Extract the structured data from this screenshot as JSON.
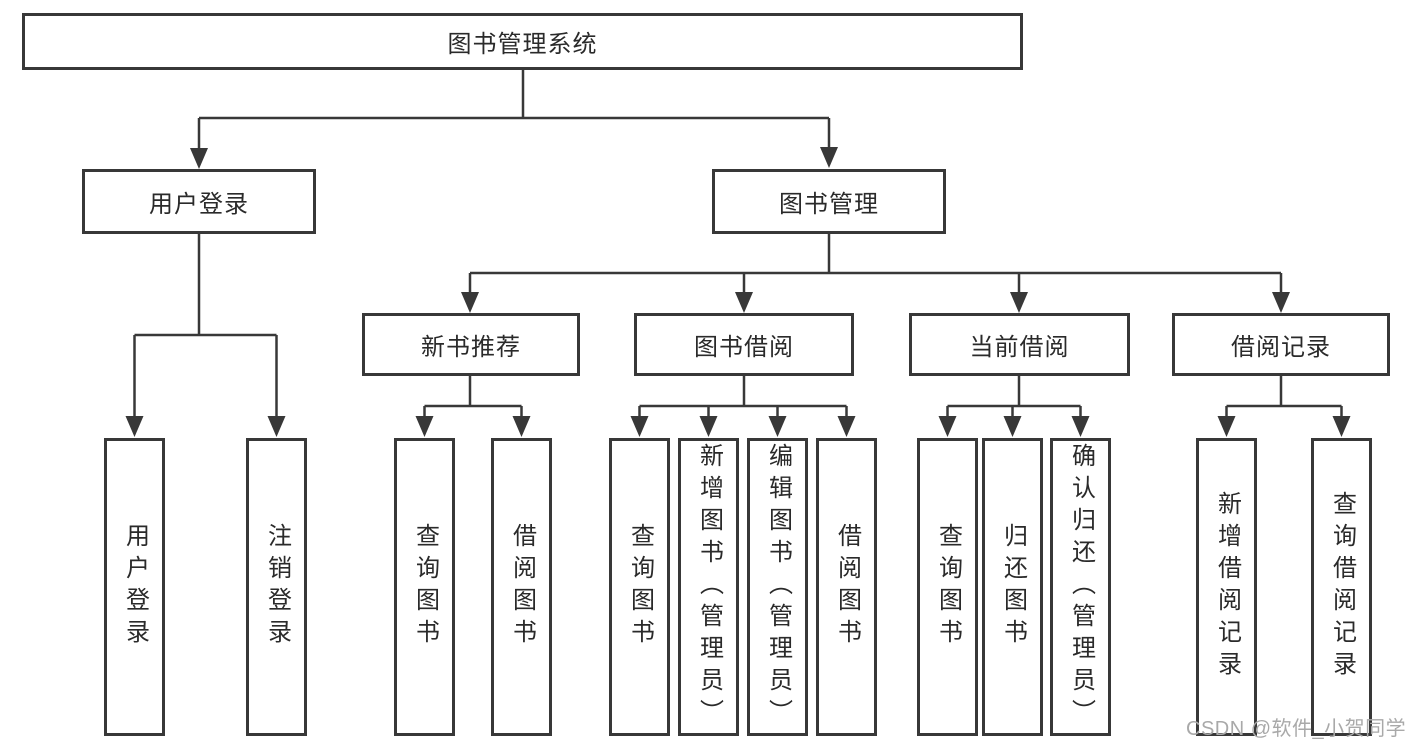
{
  "diagram": {
    "type": "hierarchy-tree",
    "colors": {
      "line": "#383838",
      "box_border": "#383838",
      "box_fill": "#ffffff",
      "text": "#2a2a2a",
      "watermark_text": "#a9a9a9"
    },
    "nodes": {
      "root": {
        "label": "图书管理系统"
      },
      "level2": [
        {
          "label": "用户登录",
          "parent": "图书管理系统"
        },
        {
          "label": "图书管理",
          "parent": "图书管理系统"
        }
      ],
      "level3": [
        {
          "label": "新书推荐",
          "parent": "图书管理"
        },
        {
          "label": "图书借阅",
          "parent": "图书管理"
        },
        {
          "label": "当前借阅",
          "parent": "图书管理"
        },
        {
          "label": "借阅记录",
          "parent": "图书管理"
        }
      ],
      "leaves": [
        {
          "label": "用户登录",
          "parent": "用户登录"
        },
        {
          "label": "注销登录",
          "parent": "用户登录"
        },
        {
          "label": "查询图书",
          "parent": "新书推荐"
        },
        {
          "label": "借阅图书",
          "parent": "新书推荐"
        },
        {
          "label": "查询图书",
          "parent": "图书借阅"
        },
        {
          "label": "新增图书（管理员）",
          "parent": "图书借阅"
        },
        {
          "label": "编辑图书（管理员）",
          "parent": "图书借阅"
        },
        {
          "label": "借阅图书",
          "parent": "图书借阅"
        },
        {
          "label": "查询图书",
          "parent": "当前借阅"
        },
        {
          "label": "归还图书",
          "parent": "当前借阅"
        },
        {
          "label": "确认归还（管理员）",
          "parent": "当前借阅"
        },
        {
          "label": "新增借阅记录",
          "parent": "借阅记录"
        },
        {
          "label": "查询借阅记录",
          "parent": "借阅记录"
        }
      ]
    }
  },
  "watermark": {
    "text": "CSDN @软件_小贺同学"
  }
}
